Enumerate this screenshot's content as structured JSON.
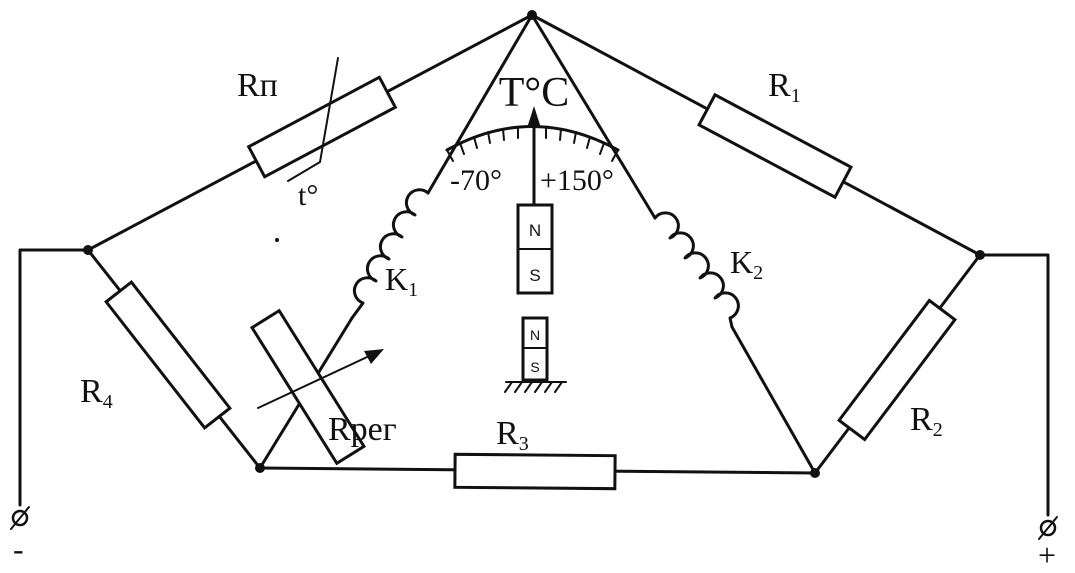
{
  "labels": {
    "rp": "Rп",
    "t_sensor": "t°",
    "r1": "R",
    "r1_sub": "1",
    "r2": "R",
    "r2_sub": "2",
    "r3": "R",
    "r3_sub": "3",
    "r4": "R",
    "r4_sub": "4",
    "rreg": "Rрег",
    "k1": "K",
    "k1_sub": "1",
    "k2": "K",
    "k2_sub": "2",
    "tc": "T°C",
    "scale_min": "-70°",
    "scale_max": "+150°",
    "magnet_n": "N",
    "magnet_s": "S",
    "fixed_n": "N",
    "fixed_s": "S",
    "terminal_minus": "-",
    "terminal_plus": "+"
  }
}
